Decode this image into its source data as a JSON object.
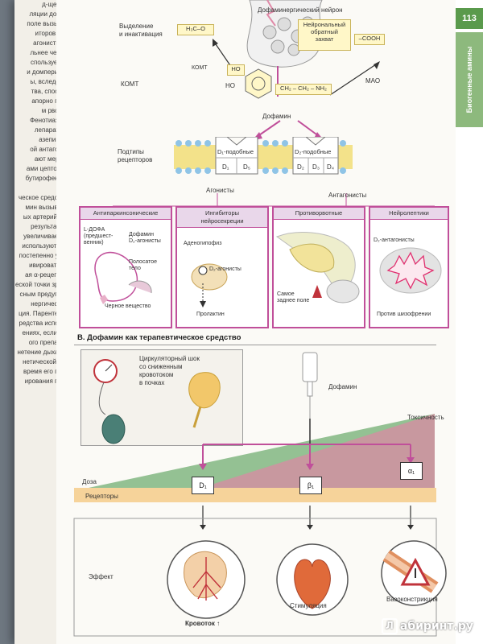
{
  "page_number": "113",
  "sidebar_tab": "Биогенные амины",
  "prev_page_lines": [
    "д-ще ав-",
    "ляции дофа-",
    "поле вызыва-",
    "иторов мо-",
    "агонисты с-",
    "льнее чем D",
    "спользуемо-",
    "и домперидо-",
    "ы, вследств-",
    "тва, способ-",
    "апорно пре-",
    "м рвоты.",
    "Фенотиазин-",
    "лепаратов.",
    "азепины ,",
    "ой антагони-",
    "ают мерот-",
    "ами цепторов",
    "бутирофенон-"
  ],
  "prev_page_lines_b": [
    "ческое средство",
    "мин вызывает",
    "ых артерий вс-",
    "результате к",
    "увеличивается",
    "используют пр-",
    "постепенно уве-",
    "ивировать β-",
    "ая α-рецептор",
    "еской точки зрен-",
    "сным предупре-",
    "",
    "нергический",
    "ция. Парентера-",
    "редства исполь-",
    "ениях, если кр-",
    "ого препарат",
    "нетение дыхани-",
    "нетической де-",
    "время его при-",
    "ирования под-"
  ],
  "top": {
    "neuron_label": "Дофаминергический нейрон",
    "inactivation_label": "Выделение\nи инактивация",
    "methyl_group": "H₃C–O",
    "komt_small": "КОМТ",
    "komt_label": "КОМТ",
    "reuptake_label": "Нейрональный\nобратный\nзахват",
    "cooh_group": "–COOH",
    "mao_label": "МАО",
    "ho_top": "HO",
    "ho_left": "HO",
    "chain": "CH₂ – CH₂ – NH₂",
    "dopamine_label": "Дофамин",
    "receptor_subtypes_label": "Подтипы\nрецепторов",
    "d1_like": "D₁-подобные",
    "d2_like": "D₂-подобные",
    "d1": "D₁",
    "d5": "D₅",
    "d2": "D₂",
    "d3": "D₃",
    "d4": "D₄",
    "agonists_label": "Агонисты",
    "antagonists_label": "Антагонисты"
  },
  "panels": [
    {
      "title": "Антипаркинсонические",
      "lines": [
        "L-ДОФА\n(предшест-\nвенник)",
        "Дофамин\nD₂-агонисты",
        "Полосатое\nтело",
        "Черное вещество"
      ]
    },
    {
      "title": "Ингибиторы\nнейросекреции",
      "lines": [
        "Аденогипофиз",
        "D₂-агонисты",
        "Пролактин"
      ]
    },
    {
      "title": "Противорвотные",
      "lines": [
        "Самое\nзаднее поле"
      ]
    },
    {
      "title": "Нейролептики",
      "lines": [
        "D₂-антагонисты",
        "Против шизофрении"
      ]
    }
  ],
  "section_b": {
    "title": "В. Дофамин как терапевтическое средство",
    "shock_text": "Циркуляторный шок\nсо сниженным\nкровотоком\nв почках",
    "dopamine_label": "Дофамин",
    "toxicity_label": "Токсичность",
    "dose_label": "Доза",
    "receptors_label": "Рецепторы",
    "receptor_d1": "D₁",
    "receptor_b1": "β₁",
    "receptor_a1": "α₁",
    "effect_label": "Эффект",
    "bloodflow_label": "Кровоток ↑",
    "stimulation_label": "Стимуляция",
    "vasoconstriction_label": "Вазоконстрикция"
  },
  "footer": {
    "logo_letter": "Л",
    "site": "абиринт.ру"
  },
  "colors": {
    "accent_green": "#5a9a4c",
    "panel_border": "#c04f9a",
    "panel_head_bg": "#e9d7ea",
    "receptor_band": "#f6d39a",
    "dose_wedge": "#7bb37b",
    "toxicity_wedge": "#d98aa3",
    "membrane_yellow": "#f3e28a",
    "membrane_blue": "#8fc4e6"
  }
}
